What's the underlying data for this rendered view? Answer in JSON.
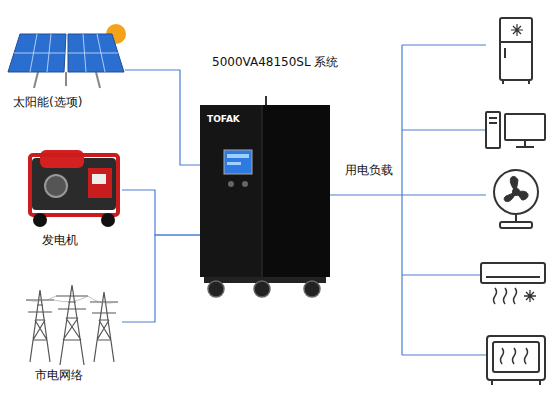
{
  "diagram": {
    "nodes": [
      {
        "text": [
          "太阳能(选项)"
        ]
      },
      {
        "text": [
          "发电机"
        ]
      },
      {
        "text": [
          "市电网络"
        ]
      },
      {
        "text": [
          "5000VA48150SL 系统",
          "TOFAK"
        ]
      }
    ],
    "edges": [
      {
        "from": 0,
        "to": 3,
        "arrow": "none"
      },
      {
        "from": 1,
        "to": 3,
        "arrow": "none"
      },
      {
        "from": 2,
        "to": 3,
        "arrow": "none"
      }
    ],
    "labels": [
      "用电负载"
    ]
  }
}
